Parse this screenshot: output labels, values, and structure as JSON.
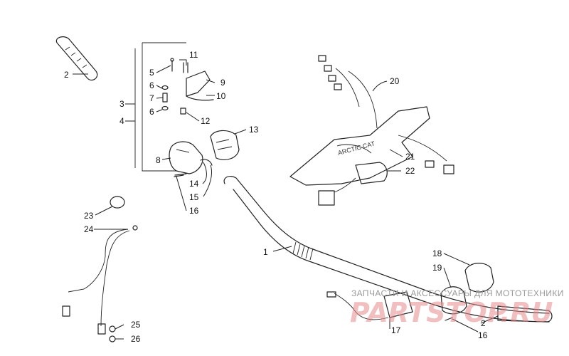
{
  "diagram": {
    "callouts": [
      "1",
      "2",
      "3",
      "4",
      "5",
      "6",
      "7",
      "6",
      "8",
      "9",
      "10",
      "11",
      "12",
      "13",
      "14",
      "15",
      "16",
      "17",
      "18",
      "19",
      "16",
      "2",
      "20",
      "21",
      "22",
      "23",
      "24",
      "25",
      "26"
    ]
  },
  "watermark": {
    "caption": "ЗАПЧАСТИ И АКСЕССУАРЫ ДЛЯ МОТОТЕХНИКИ",
    "logo_text": "PARTSTOP.RU",
    "color": "#e58a8a"
  }
}
